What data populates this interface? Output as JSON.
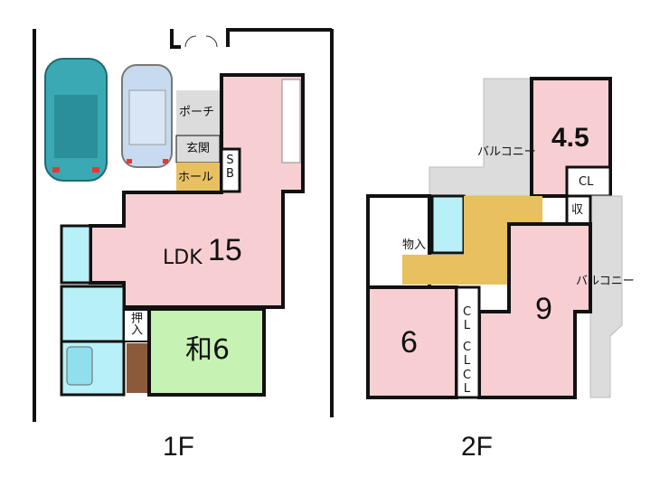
{
  "floor1": {
    "label": "1F",
    "rooms": {
      "porch": "ポーチ",
      "entrance": "玄関",
      "hall": "ホール",
      "sb": "SB",
      "ldk_name": "LDK",
      "ldk_size": "15",
      "closet": "押入",
      "washitsu": "和6"
    }
  },
  "floor2": {
    "label": "2F",
    "rooms": {
      "room_a": "4.5",
      "room_a_closet": "CL",
      "balcony_top": "バルコニー",
      "balcony_right": "バルコニー",
      "storage": "収",
      "storeroom": "物入",
      "room_b": "6",
      "room_c": "9",
      "cl1": "CL",
      "cl2": "CL",
      "cl3": "CL"
    }
  },
  "colors": {
    "ldk": "#f7cfd3",
    "washitsu": "#c6f2b4",
    "water": "#b8f0f7",
    "hall": "#e8c060",
    "grey": "#dcdcdc",
    "stairs": "#8a5a3a",
    "car1": "#3aa9b4",
    "car2": "#c7daf0"
  }
}
